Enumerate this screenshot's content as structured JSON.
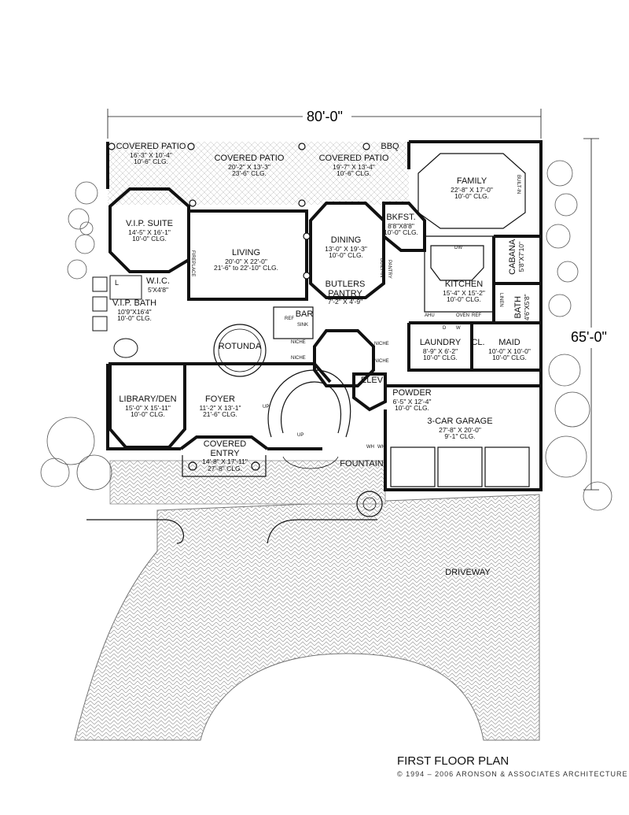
{
  "plan": {
    "overall_width": "80'-0\"",
    "overall_depth": "65'-0\""
  },
  "rooms": {
    "covered_patio_left": {
      "name": "COVERED PATIO",
      "dims": "16'-3\" X 10'-4\"",
      "clg": "10'-6\" CLG."
    },
    "covered_patio_center": {
      "name": "COVERED PATIO",
      "dims": "20'-2\" X 13'-3\"",
      "clg": "23'-6\" CLG."
    },
    "covered_patio_right": {
      "name": "COVERED PATIO",
      "dims": "19'-7\" X 13'-4\"",
      "clg": "10'-6\" CLG."
    },
    "bbq": {
      "name": "BBQ"
    },
    "family": {
      "name": "FAMILY",
      "dims": "22'-8\" X 17'-0\"",
      "clg": "10'-0\" CLG."
    },
    "vip_suite": {
      "name": "V.I.P. SUITE",
      "dims": "14'-5\" X 16'-1\"",
      "clg": "10'-0\" CLG."
    },
    "living": {
      "name": "LIVING",
      "dims": "20'-0\" X 22'-0\"",
      "clg": "21'-6\" to 22'-10\" CLG."
    },
    "dining": {
      "name": "DINING",
      "dims": "13'-0\" X 19'-3\"",
      "clg": "10'-0\" CLG."
    },
    "bkfst": {
      "name": "BKFST.",
      "dims": "8'8\"X8'8\"",
      "clg": "10'-0\" CLG."
    },
    "kitchen": {
      "name": "KITCHEN",
      "dims": "15'-4\" X 15'-2\"",
      "clg": "10'-0\" CLG."
    },
    "cabana": {
      "name": "CABANA",
      "dims": "5'8\"X7'10\""
    },
    "wic": {
      "name": "W.I.C.",
      "dims": "5'X4'8\""
    },
    "vip_bath": {
      "name": "V.I.P. BATH",
      "dims": "10'9\"X16'4\"",
      "clg": "10'-0\" CLG."
    },
    "butlers_pantry": {
      "name": "BUTLERS PANTRY",
      "dims": "7'-2\" X 4'-9\""
    },
    "bar": {
      "name": "BAR"
    },
    "bath": {
      "name": "BATH",
      "dims": "4'6\"X5'8\""
    },
    "laundry": {
      "name": "LAUNDRY",
      "dims": "8'-9\" X 6'-2\"",
      "clg": "10'-0\" CLG."
    },
    "cl": {
      "name": "CL."
    },
    "maid": {
      "name": "MAID",
      "dims": "10'-0\" X 10'-0\"",
      "clg": "10'-0\" CLG."
    },
    "rotunda": {
      "name": "ROTUNDA"
    },
    "elev": {
      "name": "ELEV"
    },
    "powder": {
      "name": "POWDER",
      "dims": "6'-5\" X 12'-4\"",
      "clg": "10'-0\" CLG."
    },
    "library": {
      "name": "LIBRARY/DEN",
      "dims": "15'-0\" X 15'-11\"",
      "clg": "10'-0\" CLG."
    },
    "foyer": {
      "name": "FOYER",
      "dims": "11'-2\" X 13'-1\"",
      "clg": "21'-6\" CLG."
    },
    "garage": {
      "name": "3-CAR GARAGE",
      "dims": "27'-8\" X 20'-0\"",
      "clg": "9'-1\" CLG."
    },
    "covered_entry": {
      "name": "COVERED ENTRY",
      "dims": "14'-8\" X 17'-11\"",
      "clg": "27'-8\" CLG."
    },
    "fountain": {
      "name": "FOUNTAIN"
    },
    "driveway": {
      "name": "DRIVEWAY"
    }
  },
  "tags": {
    "fireplace": "FIREPLACE",
    "niche": "NICHE",
    "up": "UP",
    "built_in": "BUILT-IN",
    "pantry": "PANTRY",
    "ref": "REF",
    "sink": "SINK",
    "dw": "DW",
    "oven": "OVEN",
    "ahu": "AHU",
    "wh": "WH",
    "l": "L",
    "d": "D",
    "w": "W",
    "linen": "LINEN"
  },
  "footer": {
    "title": "FIRST FLOOR PLAN",
    "copyright": "© 1994 – 2006 ARONSON & ASSOCIATES ARCHITECTURE"
  },
  "colors": {
    "ink": "#111111",
    "paving": "#cfcfcf",
    "foliage": "#555555"
  }
}
